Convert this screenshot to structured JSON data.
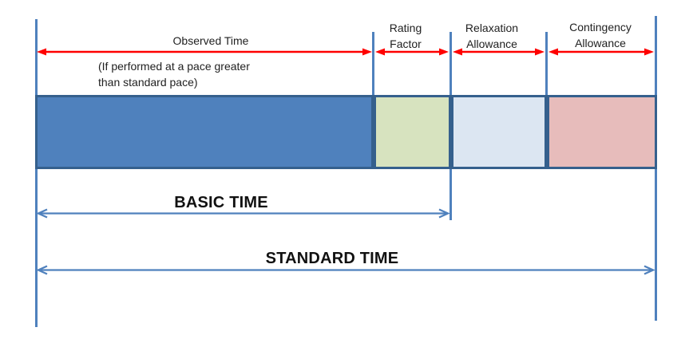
{
  "colors": {
    "observed_fill": "#4F81BD",
    "rating_fill": "#D7E3BF",
    "relaxation_fill": "#DCE6F2",
    "contingency_fill": "#E7BCBB",
    "bar_border": "#35608D",
    "guide_line": "#4F81BD",
    "red_arrow": "#FF0000",
    "blue_arrow": "#4F81BD",
    "text": "#1F1F1F"
  },
  "segments": [
    {
      "id": "observed-time",
      "label_lines": [
        "Observed Time"
      ],
      "note_lines": [
        "(If performed at a pace greater",
        "than standard pace)"
      ],
      "fill": "#4F81BD"
    },
    {
      "id": "rating-factor",
      "label_lines": [
        "Rating",
        "Factor"
      ],
      "fill": "#D7E3BF"
    },
    {
      "id": "relaxation-allowance",
      "label_lines": [
        "Relaxation",
        "Allowance"
      ],
      "fill": "#DCE6F2"
    },
    {
      "id": "contingency-allowance",
      "label_lines": [
        "Contingency",
        "Allowance"
      ],
      "fill": "#E7BCBB"
    }
  ],
  "measures": [
    {
      "id": "basic-time",
      "label": "BASIC TIME"
    },
    {
      "id": "standard-time",
      "label": "STANDARD TIME"
    }
  ]
}
